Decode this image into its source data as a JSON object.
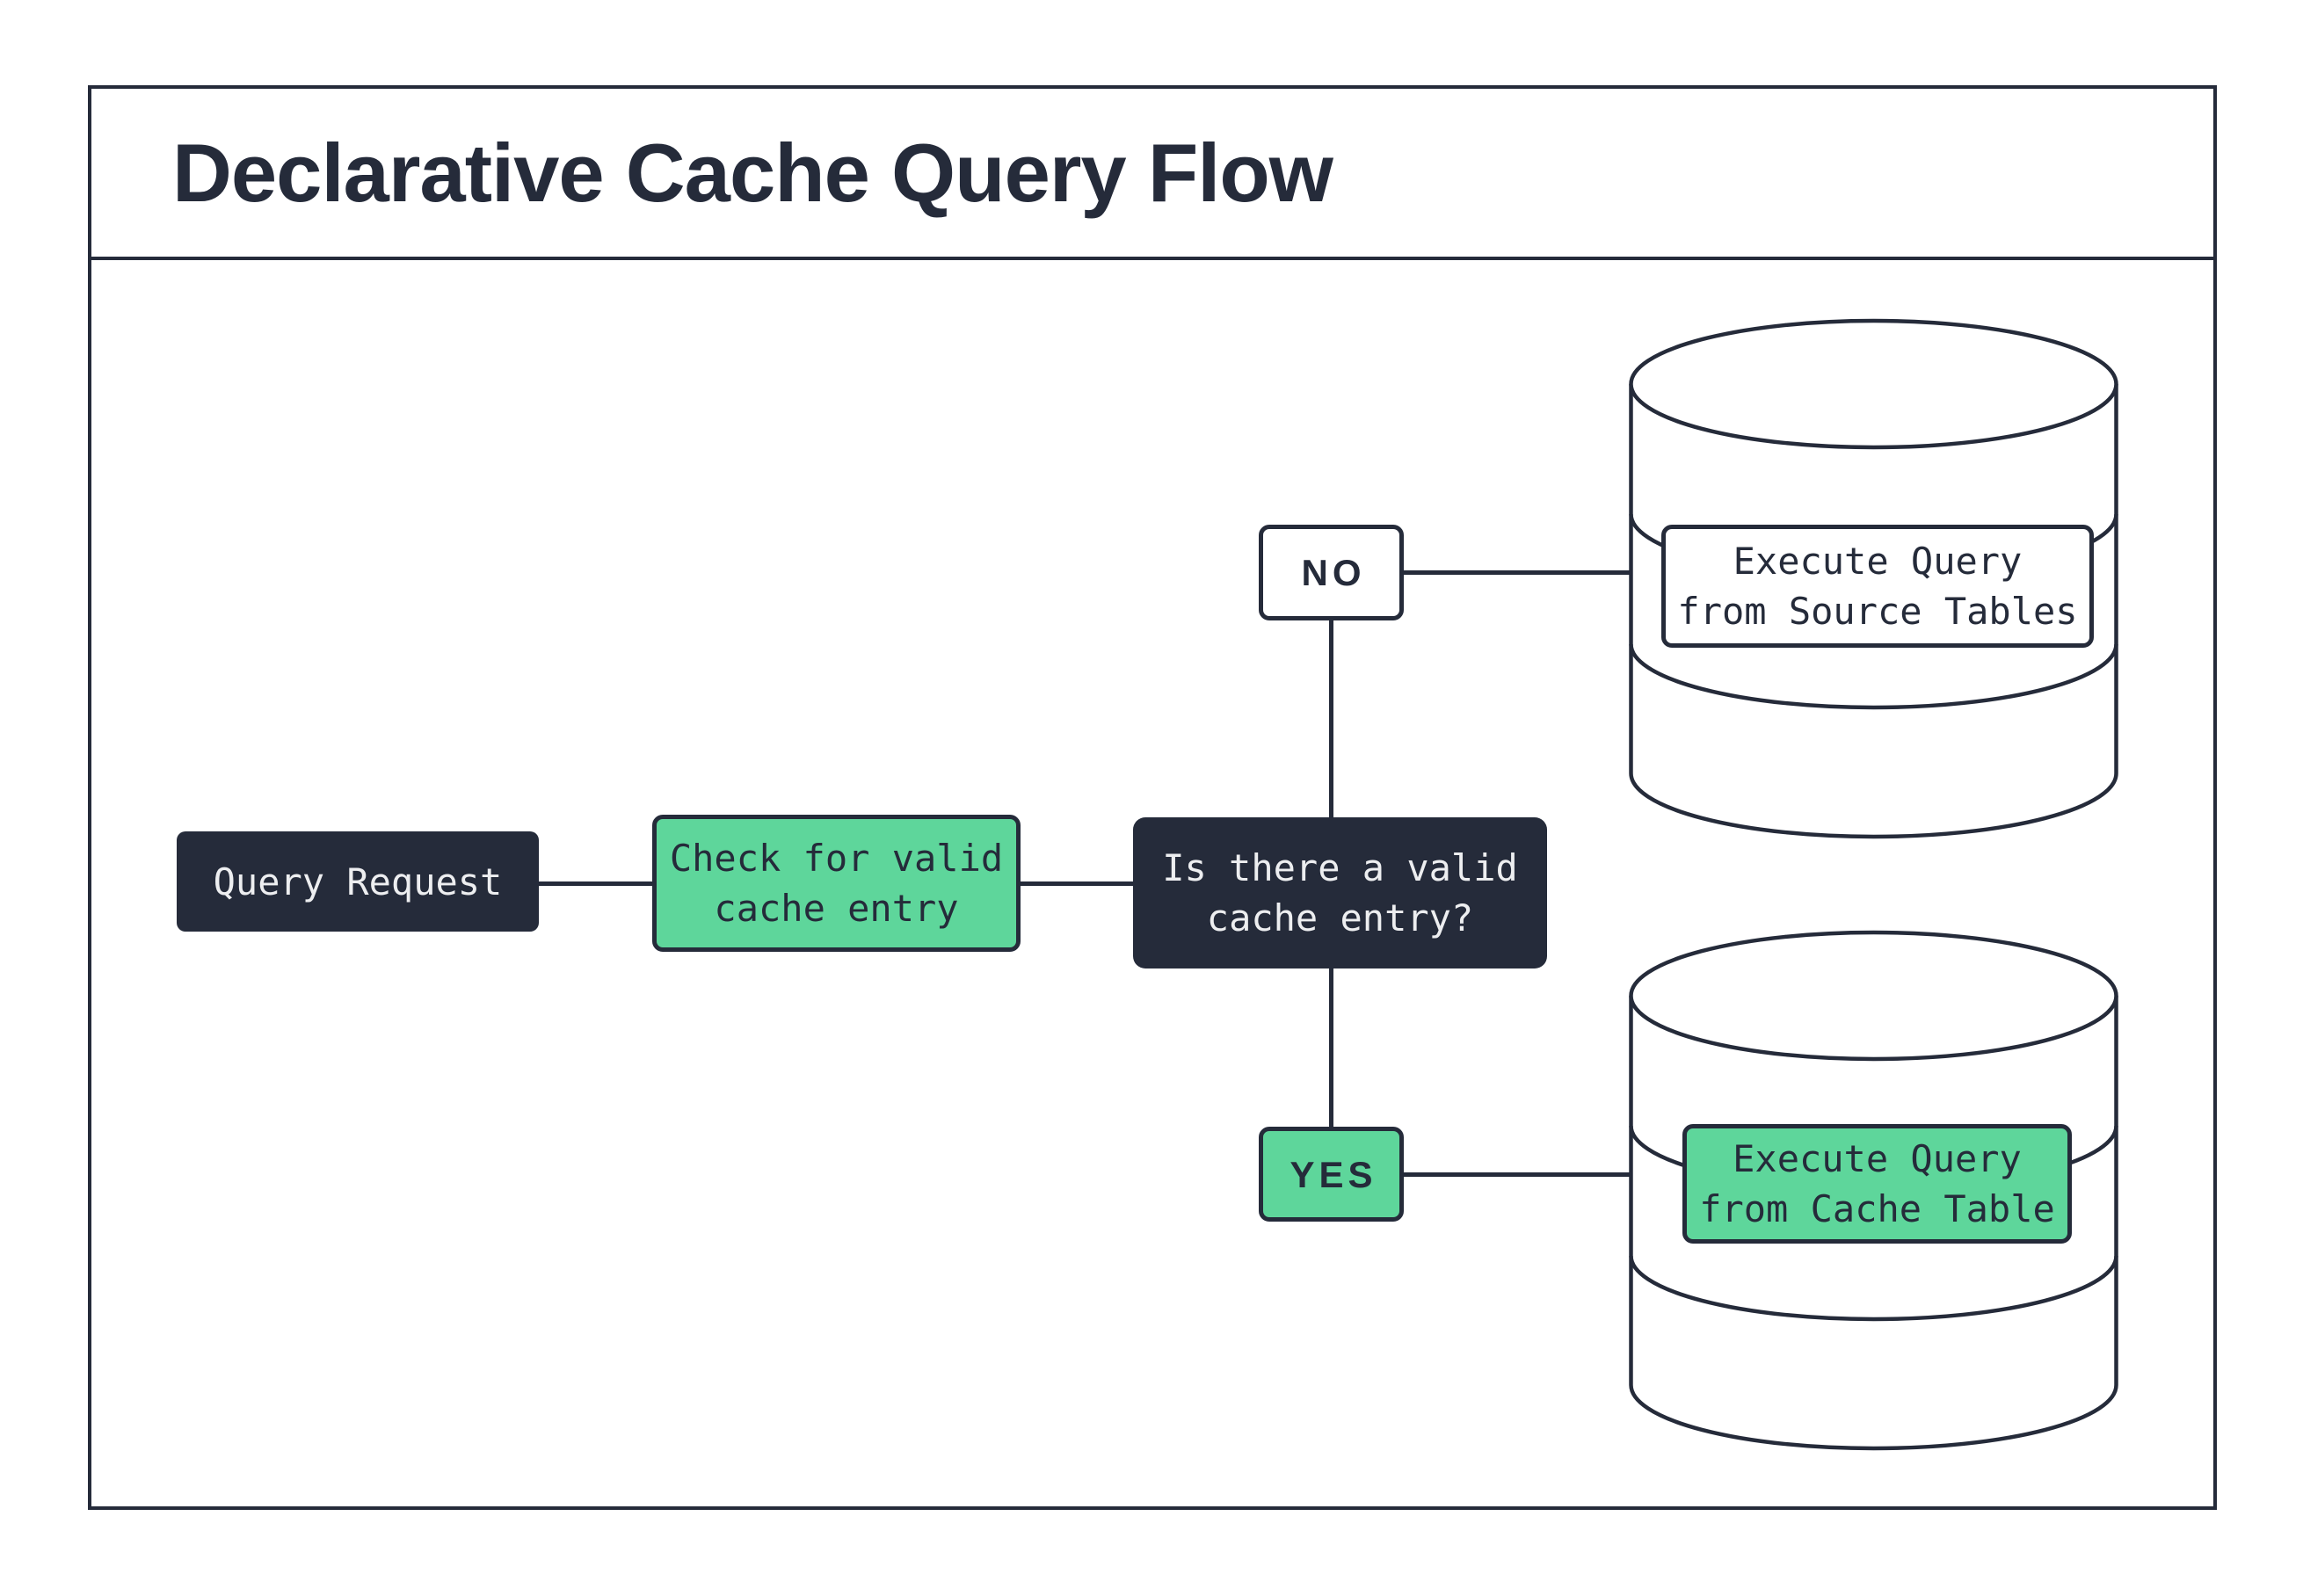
{
  "title": "Declarative Cache Query Flow",
  "colors": {
    "ink": "#252b3a",
    "green": "#5ed69b",
    "paper": "#ffffff",
    "light_text": "#edeef0"
  },
  "icons": {
    "source_db": "database-cylinder",
    "cache_db": "database-cylinder"
  },
  "nodes": {
    "query_request": {
      "label": "Query Request"
    },
    "check_cache": {
      "lines": [
        "Check for valid",
        "cache entry"
      ]
    },
    "decision": {
      "lines": [
        "Is there a valid",
        "cache entry?"
      ]
    },
    "no_branch": {
      "label": "NO"
    },
    "yes_branch": {
      "label": "YES"
    },
    "source_db": {
      "lines": [
        "Execute Query",
        "from Source Tables"
      ]
    },
    "cache_db": {
      "lines": [
        "Execute Query",
        "from Cache Table"
      ]
    }
  }
}
